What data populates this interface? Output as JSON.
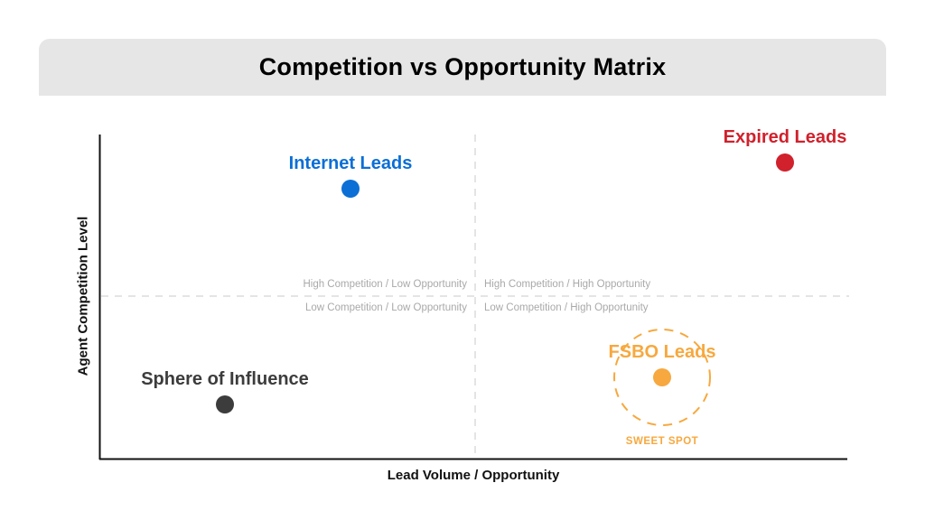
{
  "header": {
    "title": "Competition vs Opportunity Matrix"
  },
  "colors": {
    "title_bg": "#e6e6e6",
    "axis": "#111111",
    "divider": "#dcdcdc",
    "quadrant_text": "#a9a9a9",
    "internet": "#0B6FD6",
    "expired": "#D0212C",
    "sphere": "#3C3C3C",
    "fsbo": "#F7A83E"
  },
  "axes": {
    "x_label": "Lead Volume / Opportunity",
    "y_label": "Agent Competition Level"
  },
  "quadrants": {
    "top_left": "High Competition / Low Opportunity",
    "top_right": "High Competition / High Opportunity",
    "bottom_left": "Low Competition / Low Opportunity",
    "bottom_right": "Low Competition / High Opportunity"
  },
  "points": {
    "internet": {
      "label": "Internet Leads"
    },
    "expired": {
      "label": "Expired Leads"
    },
    "sphere": {
      "label": "Sphere of Influence"
    },
    "fsbo": {
      "label": "FSBO Leads",
      "annotation": "SWEET SPOT"
    }
  },
  "chart_data": {
    "type": "scatter",
    "title": "Competition vs Opportunity Matrix",
    "xlabel": "Lead Volume / Opportunity",
    "ylabel": "Agent Competition Level",
    "xlim": [
      0,
      10
    ],
    "ylim": [
      0,
      10
    ],
    "grid": false,
    "ticks": "none",
    "quadrant_dividers": {
      "x": 5,
      "y": 5,
      "style": "dashed"
    },
    "quadrant_labels": [
      "High Competition / Low Opportunity",
      "High Competition / High Opportunity",
      "Low Competition / Low Opportunity",
      "Low Competition / High Opportunity"
    ],
    "series": [
      {
        "name": "Internet Leads",
        "x": 3.4,
        "y": 8.3,
        "color": "#0B6FD6"
      },
      {
        "name": "Expired Leads",
        "x": 9.2,
        "y": 9.1,
        "color": "#D0212C"
      },
      {
        "name": "Sphere of Influence",
        "x": 1.7,
        "y": 1.7,
        "color": "#3C3C3C"
      },
      {
        "name": "FSBO Leads",
        "x": 7.5,
        "y": 2.5,
        "color": "#F7A83E"
      }
    ],
    "annotations": [
      {
        "text": "SWEET SPOT",
        "target": "FSBO Leads",
        "shape": "dashed-circle"
      }
    ],
    "legend": "none"
  }
}
